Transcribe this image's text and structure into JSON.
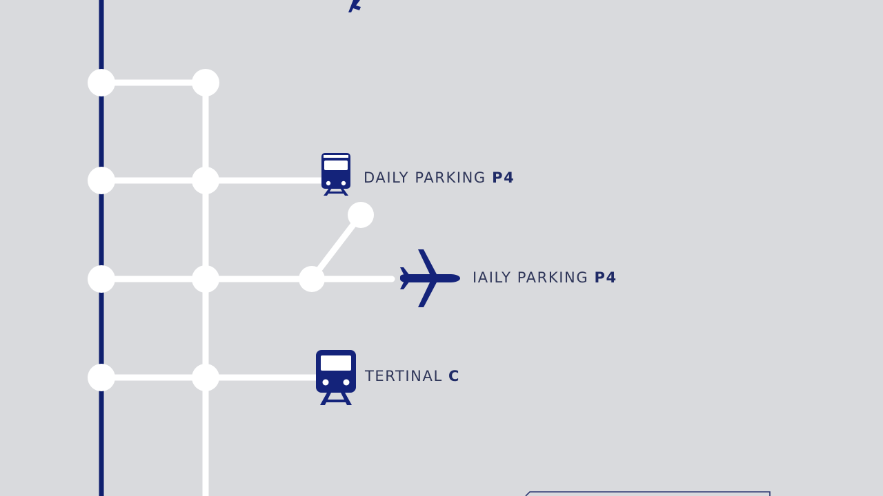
{
  "colors": {
    "background": "#d9dadd",
    "main_line": "#0f1f6e",
    "branch_lines": "#ffffff",
    "icons": "#14237a",
    "label_text": "#2e3558"
  },
  "stops": [
    {
      "icon": "train-icon",
      "label_main": "DAILY PARKING",
      "label_code": "P4"
    },
    {
      "icon": "airplane-icon",
      "label_main": "IAILY PARKING",
      "label_code": "P4"
    },
    {
      "icon": "train-icon",
      "label_main": "TERTINAL",
      "label_code": "C"
    }
  ]
}
